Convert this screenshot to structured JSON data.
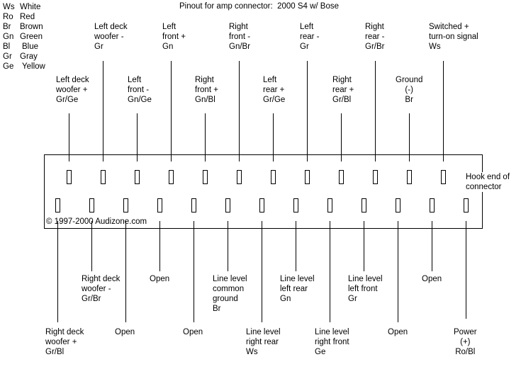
{
  "title": "Pinout for amp connector:  2000 S4 w/ Bose",
  "legend": [
    {
      "abbr": "Ws",
      "color": "White"
    },
    {
      "abbr": "Ro",
      "color": "Red"
    },
    {
      "abbr": "Br",
      "color": "Brown"
    },
    {
      "abbr": "Gn",
      "color": "Green"
    },
    {
      "abbr": "Bl",
      "color": "Blue"
    },
    {
      "abbr": "Gr",
      "color": "Gray"
    },
    {
      "abbr": "Ge",
      "color": "Yellow"
    }
  ],
  "top_pins": [
    {
      "lines": [
        "Left deck",
        "woofer +",
        "Gr/Ge"
      ]
    },
    {
      "lines": [
        "Left deck",
        "woofer -",
        "Gr"
      ]
    },
    {
      "lines": [
        "Left",
        "front -",
        "Gn/Ge"
      ]
    },
    {
      "lines": [
        "Left",
        "front +",
        "Gn"
      ]
    },
    {
      "lines": [
        "Right",
        "front +",
        "Gn/Bl"
      ]
    },
    {
      "lines": [
        "Right",
        "front -",
        "Gn/Br"
      ]
    },
    {
      "lines": [
        "Left",
        "rear +",
        "Gr/Ge"
      ]
    },
    {
      "lines": [
        "Left",
        "rear -",
        "Gr"
      ]
    },
    {
      "lines": [
        "Right",
        "rear +",
        "Gr/Bl"
      ]
    },
    {
      "lines": [
        "Right",
        "rear -",
        "Gr/Br"
      ]
    },
    {
      "lines": [
        "Ground",
        "(-)",
        "Br"
      ]
    },
    {
      "lines": [
        "Switched +",
        "turn-on signal",
        "Ws"
      ]
    }
  ],
  "bottom_pins": [
    {
      "lines": [
        "Right deck",
        "woofer +",
        "Gr/Bl"
      ]
    },
    {
      "lines": [
        "Right deck",
        "woofer -",
        "Gr/Br"
      ]
    },
    {
      "lines": [
        "Open"
      ]
    },
    {
      "lines": [
        "Open"
      ]
    },
    {
      "lines": [
        "Open"
      ]
    },
    {
      "lines": [
        "Line level",
        "common",
        "ground",
        "Br"
      ]
    },
    {
      "lines": [
        "Line level",
        "right rear",
        "Ws"
      ]
    },
    {
      "lines": [
        "Line level",
        "left rear",
        "Gn"
      ]
    },
    {
      "lines": [
        "Line level",
        "right front",
        "Ge"
      ]
    },
    {
      "lines": [
        "Line level",
        "left front",
        "Gr"
      ]
    },
    {
      "lines": [
        "Open"
      ]
    },
    {
      "lines": [
        "Open"
      ]
    },
    {
      "lines": [
        "Power",
        "(+)",
        "Ro/Bl"
      ]
    }
  ],
  "hook_label": "Hook end of\nconnector",
  "copyright": "© 1997-2000 Audizone.com"
}
